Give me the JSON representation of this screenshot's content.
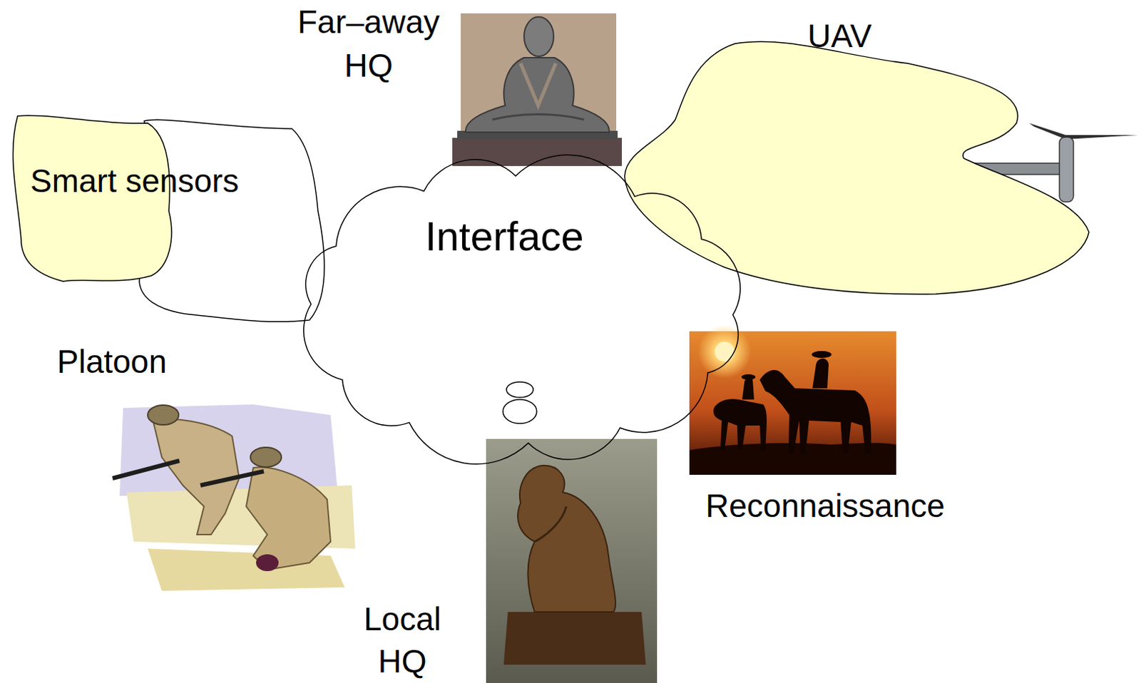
{
  "diagram": {
    "nodes": [
      {
        "text": [
          "UAV"
        ]
      },
      {
        "text": [
          "Smart sensors"
        ]
      },
      {
        "text": [
          "Interface"
        ]
      }
    ],
    "labels": [
      "Far–away HQ",
      "Platoon",
      "Reconnaissance",
      "Local HQ"
    ]
  }
}
